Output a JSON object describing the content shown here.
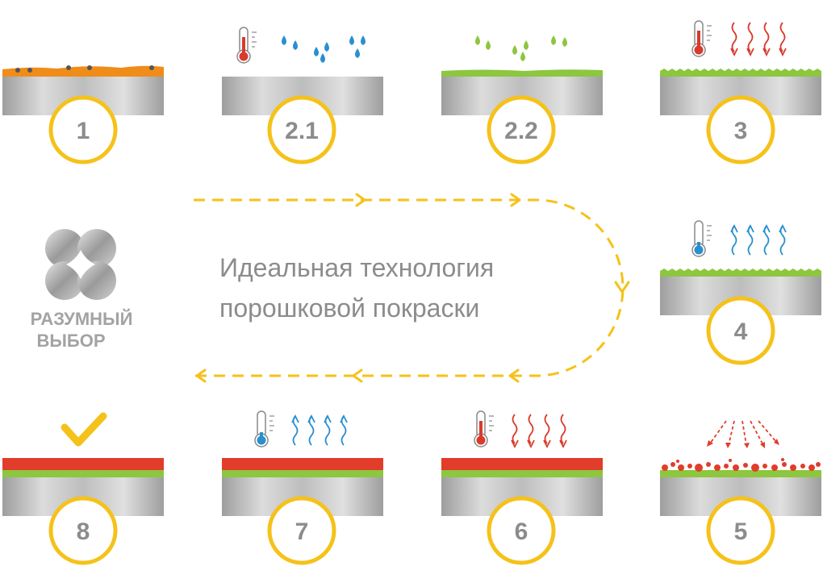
{
  "title": {
    "line1": "Идеальная технология",
    "line2": "порошковой покраски"
  },
  "brand": {
    "line1": "РАЗУМНЫЙ",
    "line2": "ВЫБОР"
  },
  "steps": [
    {
      "label": "1"
    },
    {
      "label": "2.1"
    },
    {
      "label": "2.2"
    },
    {
      "label": "3"
    },
    {
      "label": "4"
    },
    {
      "label": "5"
    },
    {
      "label": "6"
    },
    {
      "label": "7"
    },
    {
      "label": "8"
    }
  ],
  "colors": {
    "ring": "#f5c21a",
    "metal_light": "#d9d9d9",
    "metal_dark": "#a6a6a6",
    "orange_dirt": "#f08c1a",
    "green_coat": "#8dc63f",
    "red_paint": "#e23c2a",
    "water_blue": "#2a8fd0",
    "hot_red": "#d93a2b",
    "cold_blue": "#2a8fd0",
    "arrow_yellow": "#f5c21a",
    "text_gray": "#8c8c8c"
  }
}
